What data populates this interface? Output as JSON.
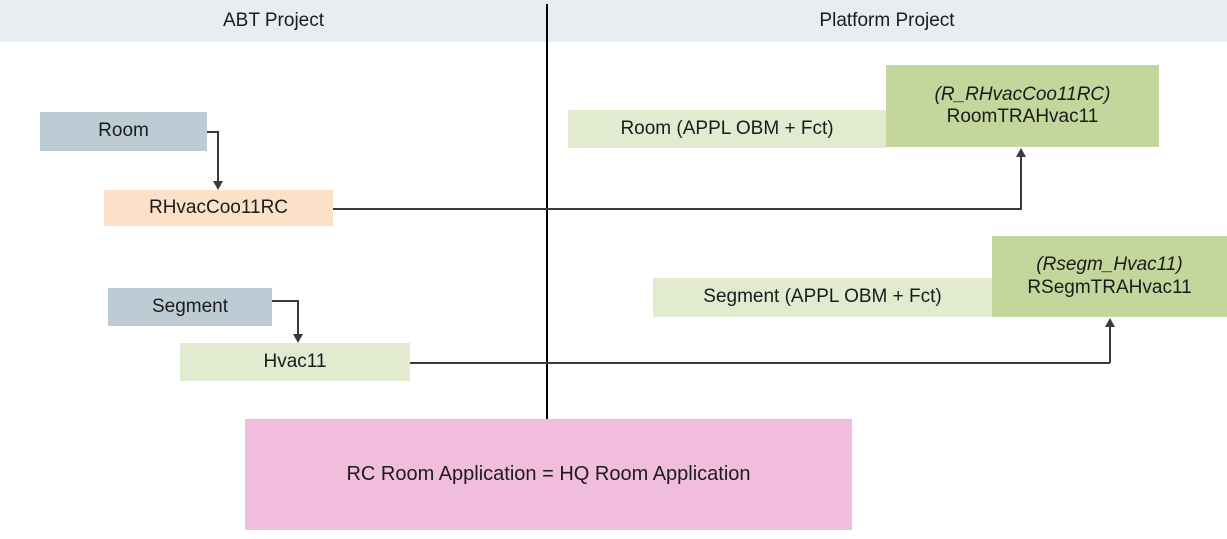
{
  "header": {
    "columns": [
      {
        "label": "ABT Project"
      },
      {
        "label": "Platform Project"
      }
    ]
  },
  "nodes": {
    "room": {
      "label": "Room",
      "color": "#bdccd4"
    },
    "rhvac": {
      "label": "RHvacCoo11RC",
      "color": "#fce0c8"
    },
    "segment": {
      "label": "Segment",
      "color": "#bdccd4"
    },
    "hvac11": {
      "label": "Hvac11",
      "color": "#e2ead0"
    },
    "room_appl": {
      "label": "Room (APPL OBM + Fct)",
      "color": "#e2ead0"
    },
    "room_tra": {
      "sub": "(R_RHvacCoo11RC)",
      "label": "RoomTRAHvac11",
      "color": "#c3d69b"
    },
    "segment_appl": {
      "label": "Segment (APPL OBM + Fct)",
      "color": "#e2ead0"
    },
    "rsegm_tra": {
      "sub": "(Rsegm_Hvac11)",
      "label": "RSegmTRAHvac11",
      "color": "#c3d69b"
    },
    "summary": {
      "label": "RC Room Application = HQ Room Application",
      "color": "#f0bedc"
    }
  },
  "connectors": [
    {
      "name": "room-to-rhvac",
      "from": "room",
      "to": "rhvac",
      "arrow": "down"
    },
    {
      "name": "segment-to-hvac11",
      "from": "segment",
      "to": "hvac11",
      "arrow": "down"
    },
    {
      "name": "rhvac-to-roomtra",
      "from": "rhvac",
      "to": "room_tra",
      "arrow": "up"
    },
    {
      "name": "hvac11-to-rsegmtra",
      "from": "hvac11",
      "to": "rsegm_tra",
      "arrow": "up"
    }
  ],
  "colors": {
    "header_band": "#e8edf1",
    "divider": "#000000",
    "connector": "#3a3a3a",
    "text": "#1b1b1b"
  }
}
